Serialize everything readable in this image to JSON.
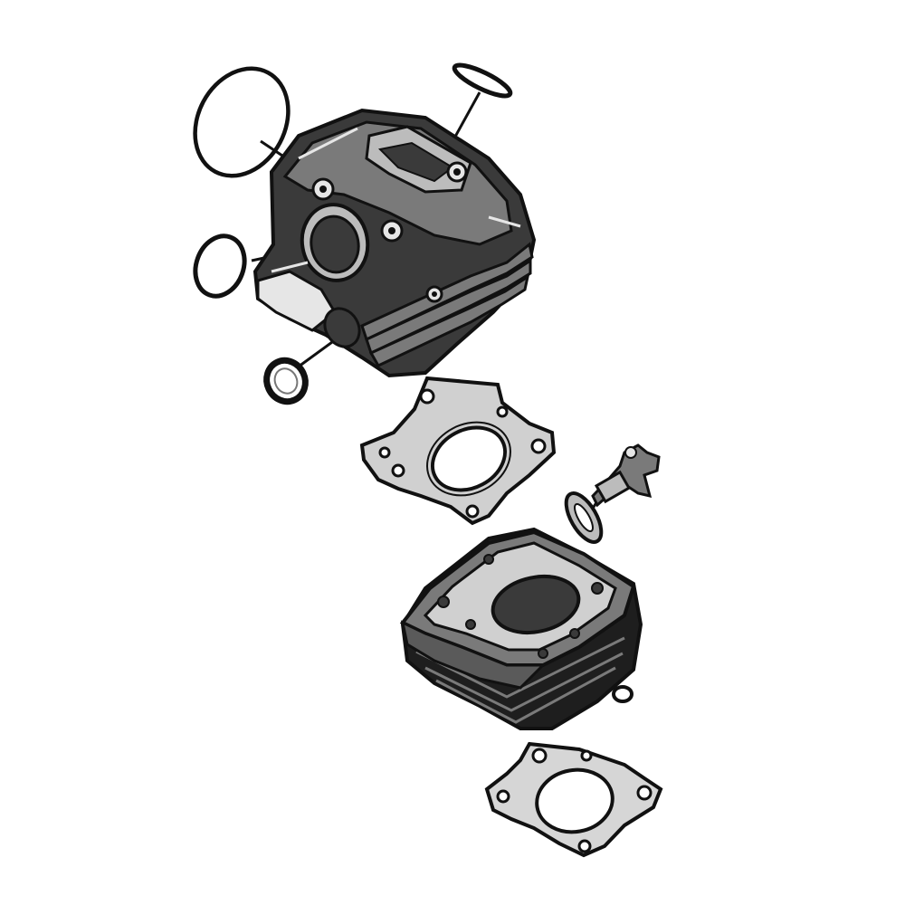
{
  "diagram": {
    "kind": "exploded-view",
    "labels_shown": false,
    "colors": {
      "background": "#ffffff",
      "ink": "#111111",
      "dark": "#3a3a3a",
      "mid": "#7a7a7a",
      "light": "#bcbcbc",
      "pale": "#e6e6e6"
    },
    "parts": [
      {
        "id": "cylinder-head",
        "shape": "cylinder-head-icon"
      },
      {
        "id": "head-o-ring-large",
        "shape": "o-ring-icon"
      },
      {
        "id": "head-o-ring-top",
        "shape": "o-ring-icon"
      },
      {
        "id": "intake-o-ring",
        "shape": "o-ring-icon"
      },
      {
        "id": "oil-seal",
        "shape": "seal-ring-icon"
      },
      {
        "id": "head-gasket",
        "shape": "gasket-icon"
      },
      {
        "id": "cam-chain-tensioner",
        "shape": "tensioner-icon"
      },
      {
        "id": "tensioner-gasket",
        "shape": "gasket-icon"
      },
      {
        "id": "cylinder-block",
        "shape": "cylinder-block-icon"
      },
      {
        "id": "small-o-ring",
        "shape": "o-ring-icon"
      },
      {
        "id": "base-gasket",
        "shape": "gasket-icon"
      }
    ]
  }
}
